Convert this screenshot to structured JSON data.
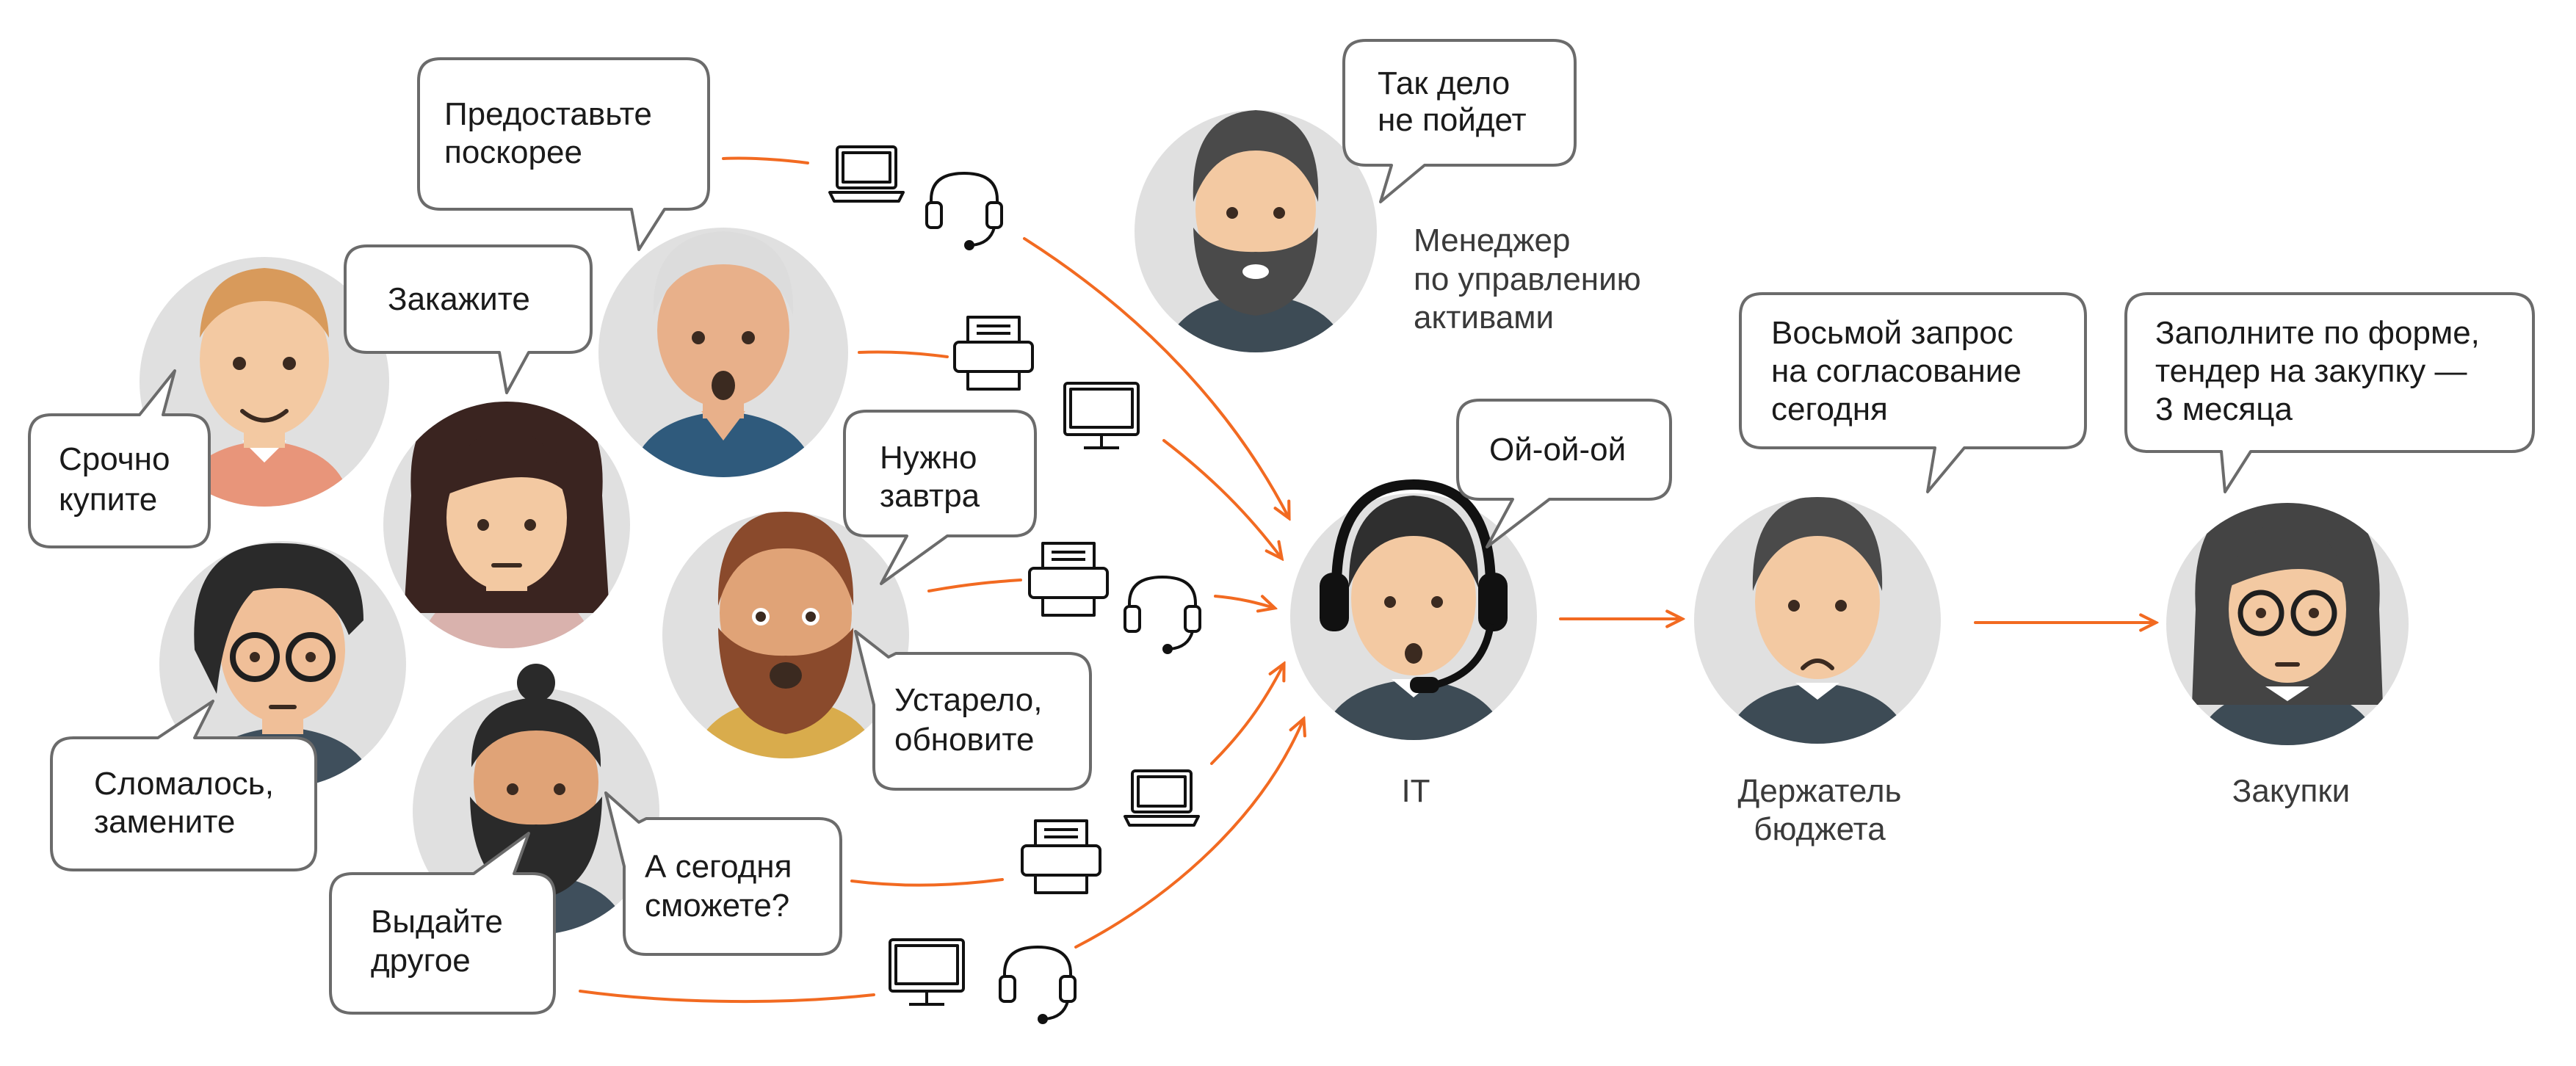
{
  "bubbles": {
    "srochno": [
      "Срочно",
      "купите"
    ],
    "zakazhite": [
      "Закажите"
    ],
    "predostavte": [
      "Предоставьте",
      "поскорее"
    ],
    "nuzhno": [
      "Нужно",
      "завтра"
    ],
    "ustarelo": [
      "Устарело,",
      "обновите"
    ],
    "slomalos": [
      "Сломалось,",
      "замените"
    ],
    "vydayte": [
      "Выдайте",
      "другое"
    ],
    "segodnya": [
      "А сегодня",
      "сможете?"
    ],
    "tak_delo": [
      "Так дело",
      "не пойдет"
    ],
    "oy": [
      "Ой-ой-ой"
    ],
    "vosmoy": [
      "Восьмой запрос",
      "на согласование",
      "сегодня"
    ],
    "zapolnite": [
      "Заполните по форме,",
      "тендер на закупку —",
      "3 месяца"
    ]
  },
  "labels": {
    "manager": [
      "Менеджер",
      "по управлению",
      "активами"
    ],
    "it": [
      "IT"
    ],
    "budget": [
      "Держатель",
      "бюджета"
    ],
    "purchasing": [
      "Закупки"
    ]
  },
  "icons": {
    "laptop_1": "laptop-icon",
    "headset_1": "headset-icon",
    "printer_1": "printer-icon",
    "monitor_1": "monitor-icon",
    "printer_2": "printer-icon",
    "headset_2": "headset-icon",
    "laptop_2": "laptop-icon",
    "printer_3": "printer-icon",
    "monitor_2": "monitor-icon",
    "headset_3": "headset-icon"
  },
  "colors": {
    "arrow": "#f26a21",
    "circle": "#e0e0e0",
    "bubble_stroke": "#6b6b6b",
    "skin": "#f3c9a2",
    "shirt_dark": "#3d4b55"
  }
}
